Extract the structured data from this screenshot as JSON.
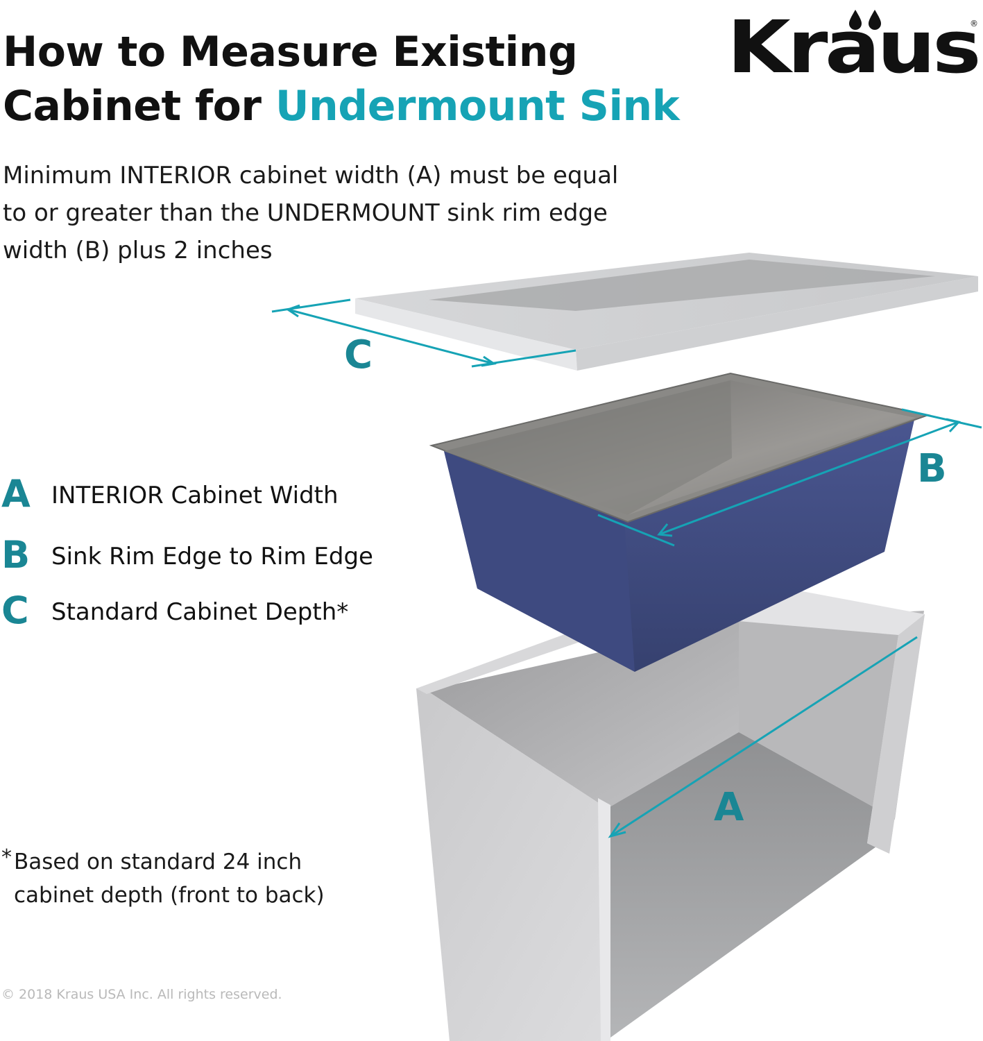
{
  "title": {
    "line1": "How to Measure Existing",
    "line2_prefix": "Cabinet for ",
    "line2_accent": "Undermount Sink"
  },
  "brand": {
    "logo_text": "Kraus",
    "registered_mark": "®"
  },
  "description": {
    "line1": "Minimum INTERIOR cabinet width (A) must be equal",
    "line2": "to or greater than the UNDERMOUNT sink rim edge",
    "line3": "width (B) plus 2 inches"
  },
  "legend": [
    {
      "letter": "A",
      "label": "INTERIOR Cabinet Width"
    },
    {
      "letter": "B",
      "label": "Sink Rim Edge to Rim Edge"
    },
    {
      "letter": "C",
      "label": "Standard Cabinet Depth*"
    }
  ],
  "diagram": {
    "label_a": "A",
    "label_b": "B",
    "label_c": "C"
  },
  "footnote": {
    "mark": "*",
    "line1": "Based on standard 24 inch",
    "line2": "cabinet depth (front to back)"
  },
  "copyright": "© 2018 Kraus USA Inc. All rights reserved.",
  "colors": {
    "accent": "#16a3b5",
    "letter": "#1a8694",
    "sink_blue": "#3d4a82",
    "frame_gray": "#d4d5d7"
  }
}
